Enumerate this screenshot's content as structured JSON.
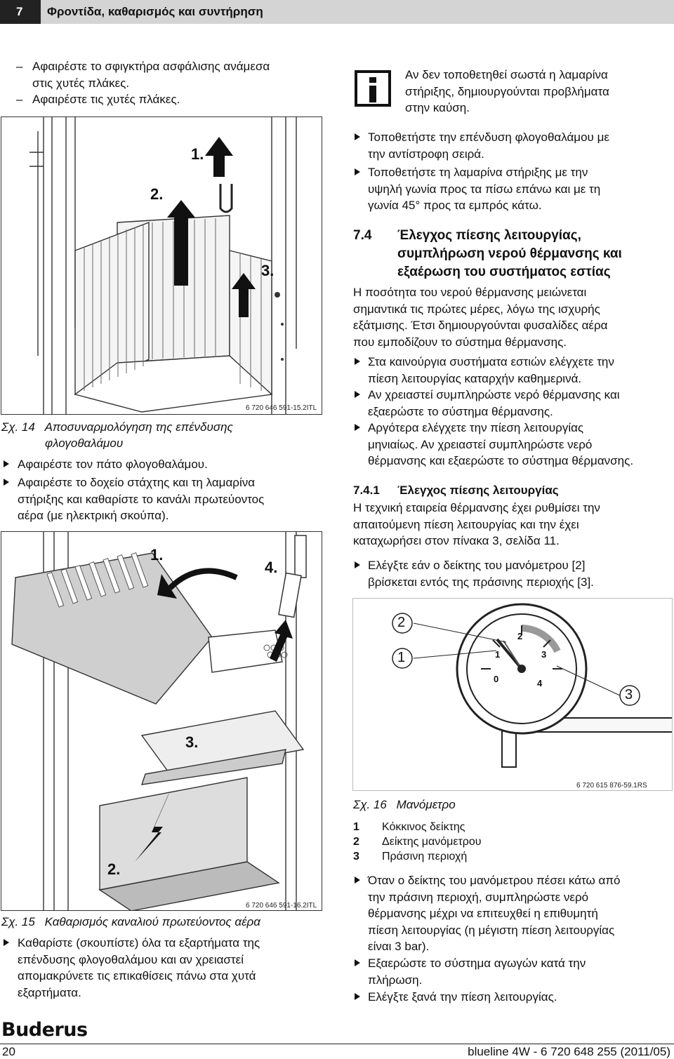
{
  "header": {
    "chapter_number": "7",
    "chapter_title": "Φροντίδα, καθαρισμός και συντήρηση"
  },
  "left": {
    "dash_items": [
      [
        "Αφαιρέστε το σφιγκτήρα ασφάλισης ανάμεσα",
        "στις χυτές πλάκες."
      ],
      [
        "Αφαιρέστε τις χυτές πλάκες."
      ]
    ],
    "fig14": {
      "labels": [
        "1.",
        "2.",
        "3."
      ],
      "id": "6 720 646 591-15.2ITL",
      "caption_num": "Σχ. 14",
      "caption_line1": "Αποσυναρμολόγηση της επένδυσης",
      "caption_line2": "φλογοθαλάμου"
    },
    "bullets_a": [
      [
        "Αφαιρέστε τον πάτο φλογοθαλάμου."
      ],
      [
        "Αφαιρέστε το δοχείο στάχτης και τη λαμαρίνα",
        "στήριξης και καθαρίστε το κανάλι πρωτεύοντος",
        "αέρα (με ηλεκτρική σκούπα)."
      ]
    ],
    "fig15": {
      "labels": [
        "1.",
        "2.",
        "3.",
        "4."
      ],
      "id": "6 720 646 591-16.2ITL",
      "caption_num": "Σχ. 15",
      "caption_text": "Καθαρισμός καναλιού πρωτεύοντος αέρα"
    },
    "bullets_b": [
      [
        "Καθαρίστε (σκουπίστε) όλα τα εξαρτήματα της",
        "επένδυσης φλογοθαλάμου και αν χρειαστεί",
        "απομακρύνετε τις επικαθίσεις πάνω στα χυτά",
        "εξαρτήματα."
      ]
    ]
  },
  "right": {
    "info_lines": [
      "Αν δεν τοποθετηθεί σωστά η λαμαρίνα",
      "στήριξης, δημιουργούνται προβλήματα",
      "στην καύση."
    ],
    "bullets_a": [
      [
        "Τοποθετήστε την επένδυση φλογοθαλάμου με",
        "την αντίστροφη σειρά."
      ],
      [
        "Τοποθετήστε τη λαμαρίνα στήριξης με την",
        "υψηλή γωνία προς τα πίσω επάνω και με τη",
        "γωνία 45° προς τα εμπρός κάτω."
      ]
    ],
    "section": {
      "number": "7.4",
      "title_lines": [
        "Έλεγχος πίεσης λειτουργίας,",
        "συμπλήρωση νερού θέρμανσης και",
        "εξαέρωση του συστήματος εστίας"
      ],
      "para": [
        "Η ποσότητα του νερού θέρμανσης μειώνεται",
        "σημαντικά τις πρώτες μέρες, λόγω της ισχυρής",
        "εξάτμισης. Έτσι δημιουργούνται φυσαλίδες αέρα",
        "που εμποδίζουν το σύστημα θέρμανσης."
      ]
    },
    "bullets_b": [
      [
        "Στα καινούργια συστήματα εστιών ελέγχετε την",
        "πίεση λειτουργίας καταρχήν καθημερινά."
      ],
      [
        "Αν χρειαστεί συμπληρώστε νερό θέρμανσης και",
        "εξαερώστε το σύστημα θέρμανσης."
      ],
      [
        "Αργότερα ελέγχετε την πίεση λειτουργίας",
        "μηνιαίως. Αν χρειαστεί συμπληρώστε νερό",
        "θέρμανσης και εξαερώστε το σύστημα θέρμανσης."
      ]
    ],
    "subsection": {
      "number": "7.4.1",
      "title": "Έλεγχος πίεσης λειτουργίας",
      "para": [
        "Η τεχνική εταιρεία θέρμανσης έχει ρυθμίσει την",
        "απαιτούμενη πίεση λειτουργίας και την έχει",
        "καταχωρήσει στον πίνακα 3, σελίδα 11."
      ]
    },
    "bullets_c": [
      [
        "Ελέγξτε εάν ο δείκτης του μανόμετρου [2]",
        "βρίσκεται εντός της πράσινης περιοχής [3]."
      ]
    ],
    "fig16": {
      "callouts": [
        "2",
        "1",
        "3"
      ],
      "dial": [
        "1",
        "2",
        "3",
        "0",
        "4"
      ],
      "id": "6 720 615 876-59.1RS",
      "caption_num": "Σχ. 16",
      "caption_text": "Μανόμετρο"
    },
    "legend": [
      {
        "num": "1",
        "text": "Κόκκινος δείκτης"
      },
      {
        "num": "2",
        "text": "Δείκτης μανόμετρου"
      },
      {
        "num": "3",
        "text": "Πράσινη περιοχή"
      }
    ],
    "bullets_d": [
      [
        "Όταν ο δείκτης του μανόμετρου πέσει κάτω από",
        "την πράσινη περιοχή, συμπληρώστε νερό",
        "θέρμανσης μέχρι να επιτευχθεί η επιθυμητή",
        "πίεση λειτουργίας (η μέγιστη πίεση λειτουργίας",
        "είναι 3 bar)."
      ],
      [
        "Εξαερώστε το σύστημα αγωγών κατά την",
        "πλήρωση."
      ],
      [
        "Ελέγξτε ξανά την πίεση λειτουργίας."
      ]
    ]
  },
  "footer": {
    "logo": "Buderus",
    "page": "20",
    "doc": "blueline 4W - 6 720 648 255 (2011/05)"
  }
}
